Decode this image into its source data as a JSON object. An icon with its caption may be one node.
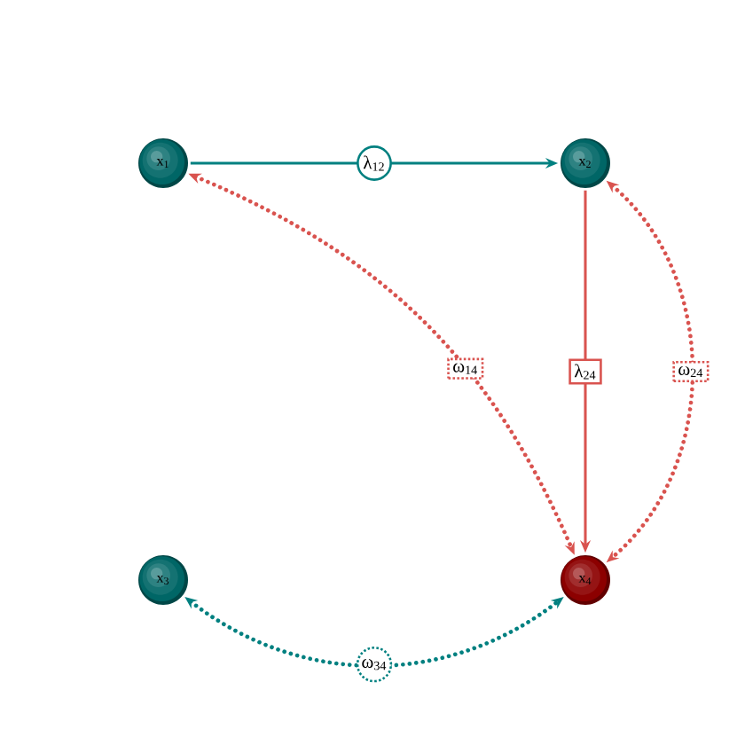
{
  "diagram": {
    "nodes": [
      {
        "text": [
          "x$_{1}$"
        ]
      },
      {
        "text": [
          "x$_{2}$"
        ]
      },
      {
        "text": [
          "x$_{3}$"
        ]
      },
      {
        "text": [
          "x$_{4}$"
        ]
      }
    ],
    "edges": [
      {
        "from": 0,
        "to": 1,
        "arrow": "to",
        "label": "λ$_{12}$",
        "color": "#008080"
      },
      {
        "from": 1,
        "to": 3,
        "arrow": "to",
        "label": "λ$_{24}$",
        "color": "#d9534f"
      },
      {
        "from": 0,
        "to": 3,
        "arrow": "both",
        "label": "ω$_{14}$",
        "style": "dashed",
        "color": "#d9534f"
      },
      {
        "from": 1,
        "to": 3,
        "arrow": "both",
        "label": "ω$_{24}$",
        "style": "dashed",
        "color": "#d9534f"
      },
      {
        "from": 2,
        "to": 3,
        "arrow": "both",
        "label": "ω$_{34}$",
        "style": "dashed",
        "color": "#008080"
      }
    ]
  }
}
